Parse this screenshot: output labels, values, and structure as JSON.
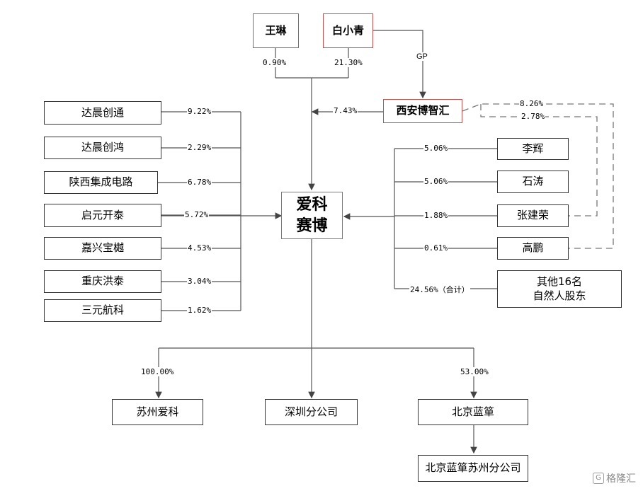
{
  "top_shareholders": {
    "wanglin": "王琳",
    "baixiaoqing": "白小青",
    "xian_bozhi": "西安博智汇"
  },
  "center": {
    "line1": "爱科",
    "line2": "赛博"
  },
  "left_shareholders": [
    {
      "name": "达晨创通",
      "pct": "9.22%"
    },
    {
      "name": "达晨创鸿",
      "pct": "2.29%"
    },
    {
      "name": "陕西集成电路",
      "pct": "6.78%"
    },
    {
      "name": "启元开泰",
      "pct": "5.72%"
    },
    {
      "name": "嘉兴宝樾",
      "pct": "4.53%"
    },
    {
      "name": "重庆洪泰",
      "pct": "3.04%"
    },
    {
      "name": "三元航科",
      "pct": "1.62%"
    }
  ],
  "right_shareholders": [
    {
      "name": "李辉",
      "pct": "5.06%"
    },
    {
      "name": "石涛",
      "pct": "5.06%"
    },
    {
      "name": "张建荣",
      "pct": "1.88%"
    },
    {
      "name": "高鹏",
      "pct": "0.61%"
    }
  ],
  "others": {
    "line1": "其他16名",
    "line2": "自然人股东",
    "pct": "24.56%（合计）"
  },
  "top_pcts": {
    "wanglin": "0.90%",
    "baixiaoqing": "21.30%",
    "bozhi": "7.43%",
    "gp": "GP"
  },
  "dashed_pcts": {
    "zhang": "8.26%",
    "gao": "2.78%"
  },
  "subsidiaries": {
    "suzhou": "苏州爱科",
    "suzhou_pct": "100.00%",
    "shenzhen": "深圳分公司",
    "beijing": "北京蓝箪",
    "beijing_pct": "53.00%",
    "beijing_suzhou": "北京蓝箪苏州分公司"
  },
  "watermark": "格隆汇"
}
